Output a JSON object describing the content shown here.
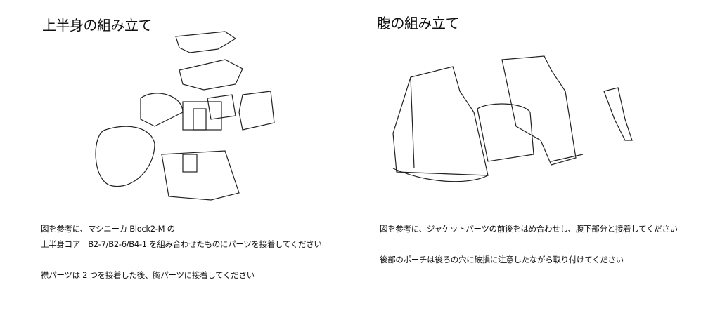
{
  "left": {
    "title": "上半身の組み立て",
    "line1": "図を参考に、マシニーカ Block2-M の",
    "line2": "上半身コア　B2-7/B2-6/B4-1 を組み合わせたものにパーツを接着してください",
    "line3": "襟パーツは 2 つを接着した後、胸パーツに接着してください"
  },
  "right": {
    "title": "腹の組み立て",
    "line1": "図を参考に、ジャケットパーツの前後をはめ合わせし、腹下部分と接着してください",
    "line2": "後部のポーチは後ろの穴に破損に注意したながら取り付けてください"
  }
}
